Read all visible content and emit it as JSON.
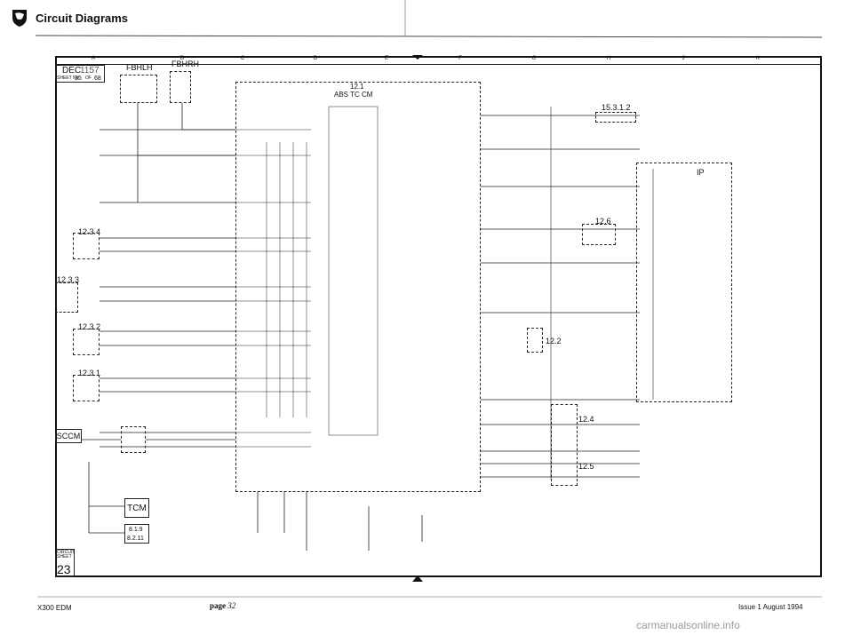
{
  "header": {
    "title": "Circuit Diagrams"
  },
  "grid_letters": [
    "A",
    "B",
    "C",
    "D",
    "E",
    "F",
    "G",
    "H",
    "J",
    "K"
  ],
  "title_block": {
    "date_label": "DEC",
    "date_value": "1157",
    "sheet_label": "SHEET No.",
    "sheet_value": "35",
    "of_label": "OF",
    "of_value": "68"
  },
  "fuse_boxes": {
    "left": "FBHLH",
    "right": "FBHRH"
  },
  "module": {
    "title_line1": "12.1",
    "title_line2": "ABS TC CM"
  },
  "refs": {
    "r1534": "15.3.1.2",
    "r1234": "12.3.4",
    "r1233": "12.3.3",
    "r1232": "12.3.2",
    "r1231": "12.3.1",
    "r126": "12.6",
    "r122": "12.2",
    "r124": "12.4",
    "r125": "12.5",
    "r819": "8.1.9",
    "r8211": "8.2.11"
  },
  "boxes": {
    "sccm": "SCCM",
    "tcm": "TCM",
    "ip": "IP"
  },
  "circuit": {
    "label": "CIRCUIT SHEET",
    "number": "23"
  },
  "footer": {
    "left": "X300 EDM",
    "page_prefix": "page",
    "page_number": "32",
    "issue": "Issue 1 August 1994"
  },
  "watermark": "carmanualsonline.info",
  "colors": {
    "ink": "#111111",
    "background": "#ffffff",
    "watermark": "#9a9a9a"
  }
}
